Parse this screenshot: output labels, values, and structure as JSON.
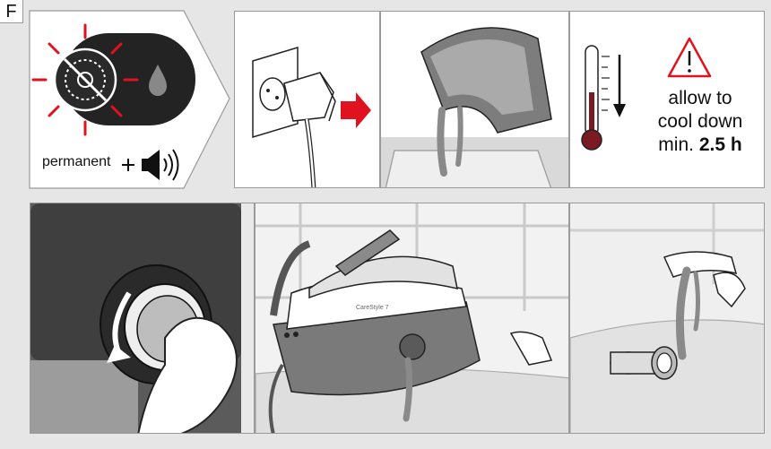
{
  "section_letter": "F",
  "indicator_label": "permanent",
  "indicator_plus": "+",
  "cooldown": {
    "line1": "allow to",
    "line2": "cool down",
    "line3_prefix": "min.",
    "line3_value": "2.5 h"
  },
  "device_label": "CareStyle 7",
  "colors": {
    "warning_red": "#e0121f",
    "outline": "#222222",
    "panel_border": "#9a9a9a",
    "background": "#e6e6e6"
  },
  "icons": [
    "warning-light-icon",
    "speaker-icon",
    "warning-triangle-icon",
    "thermometer-icon",
    "arrow-right-icon",
    "rotate-arrow-icon"
  ]
}
